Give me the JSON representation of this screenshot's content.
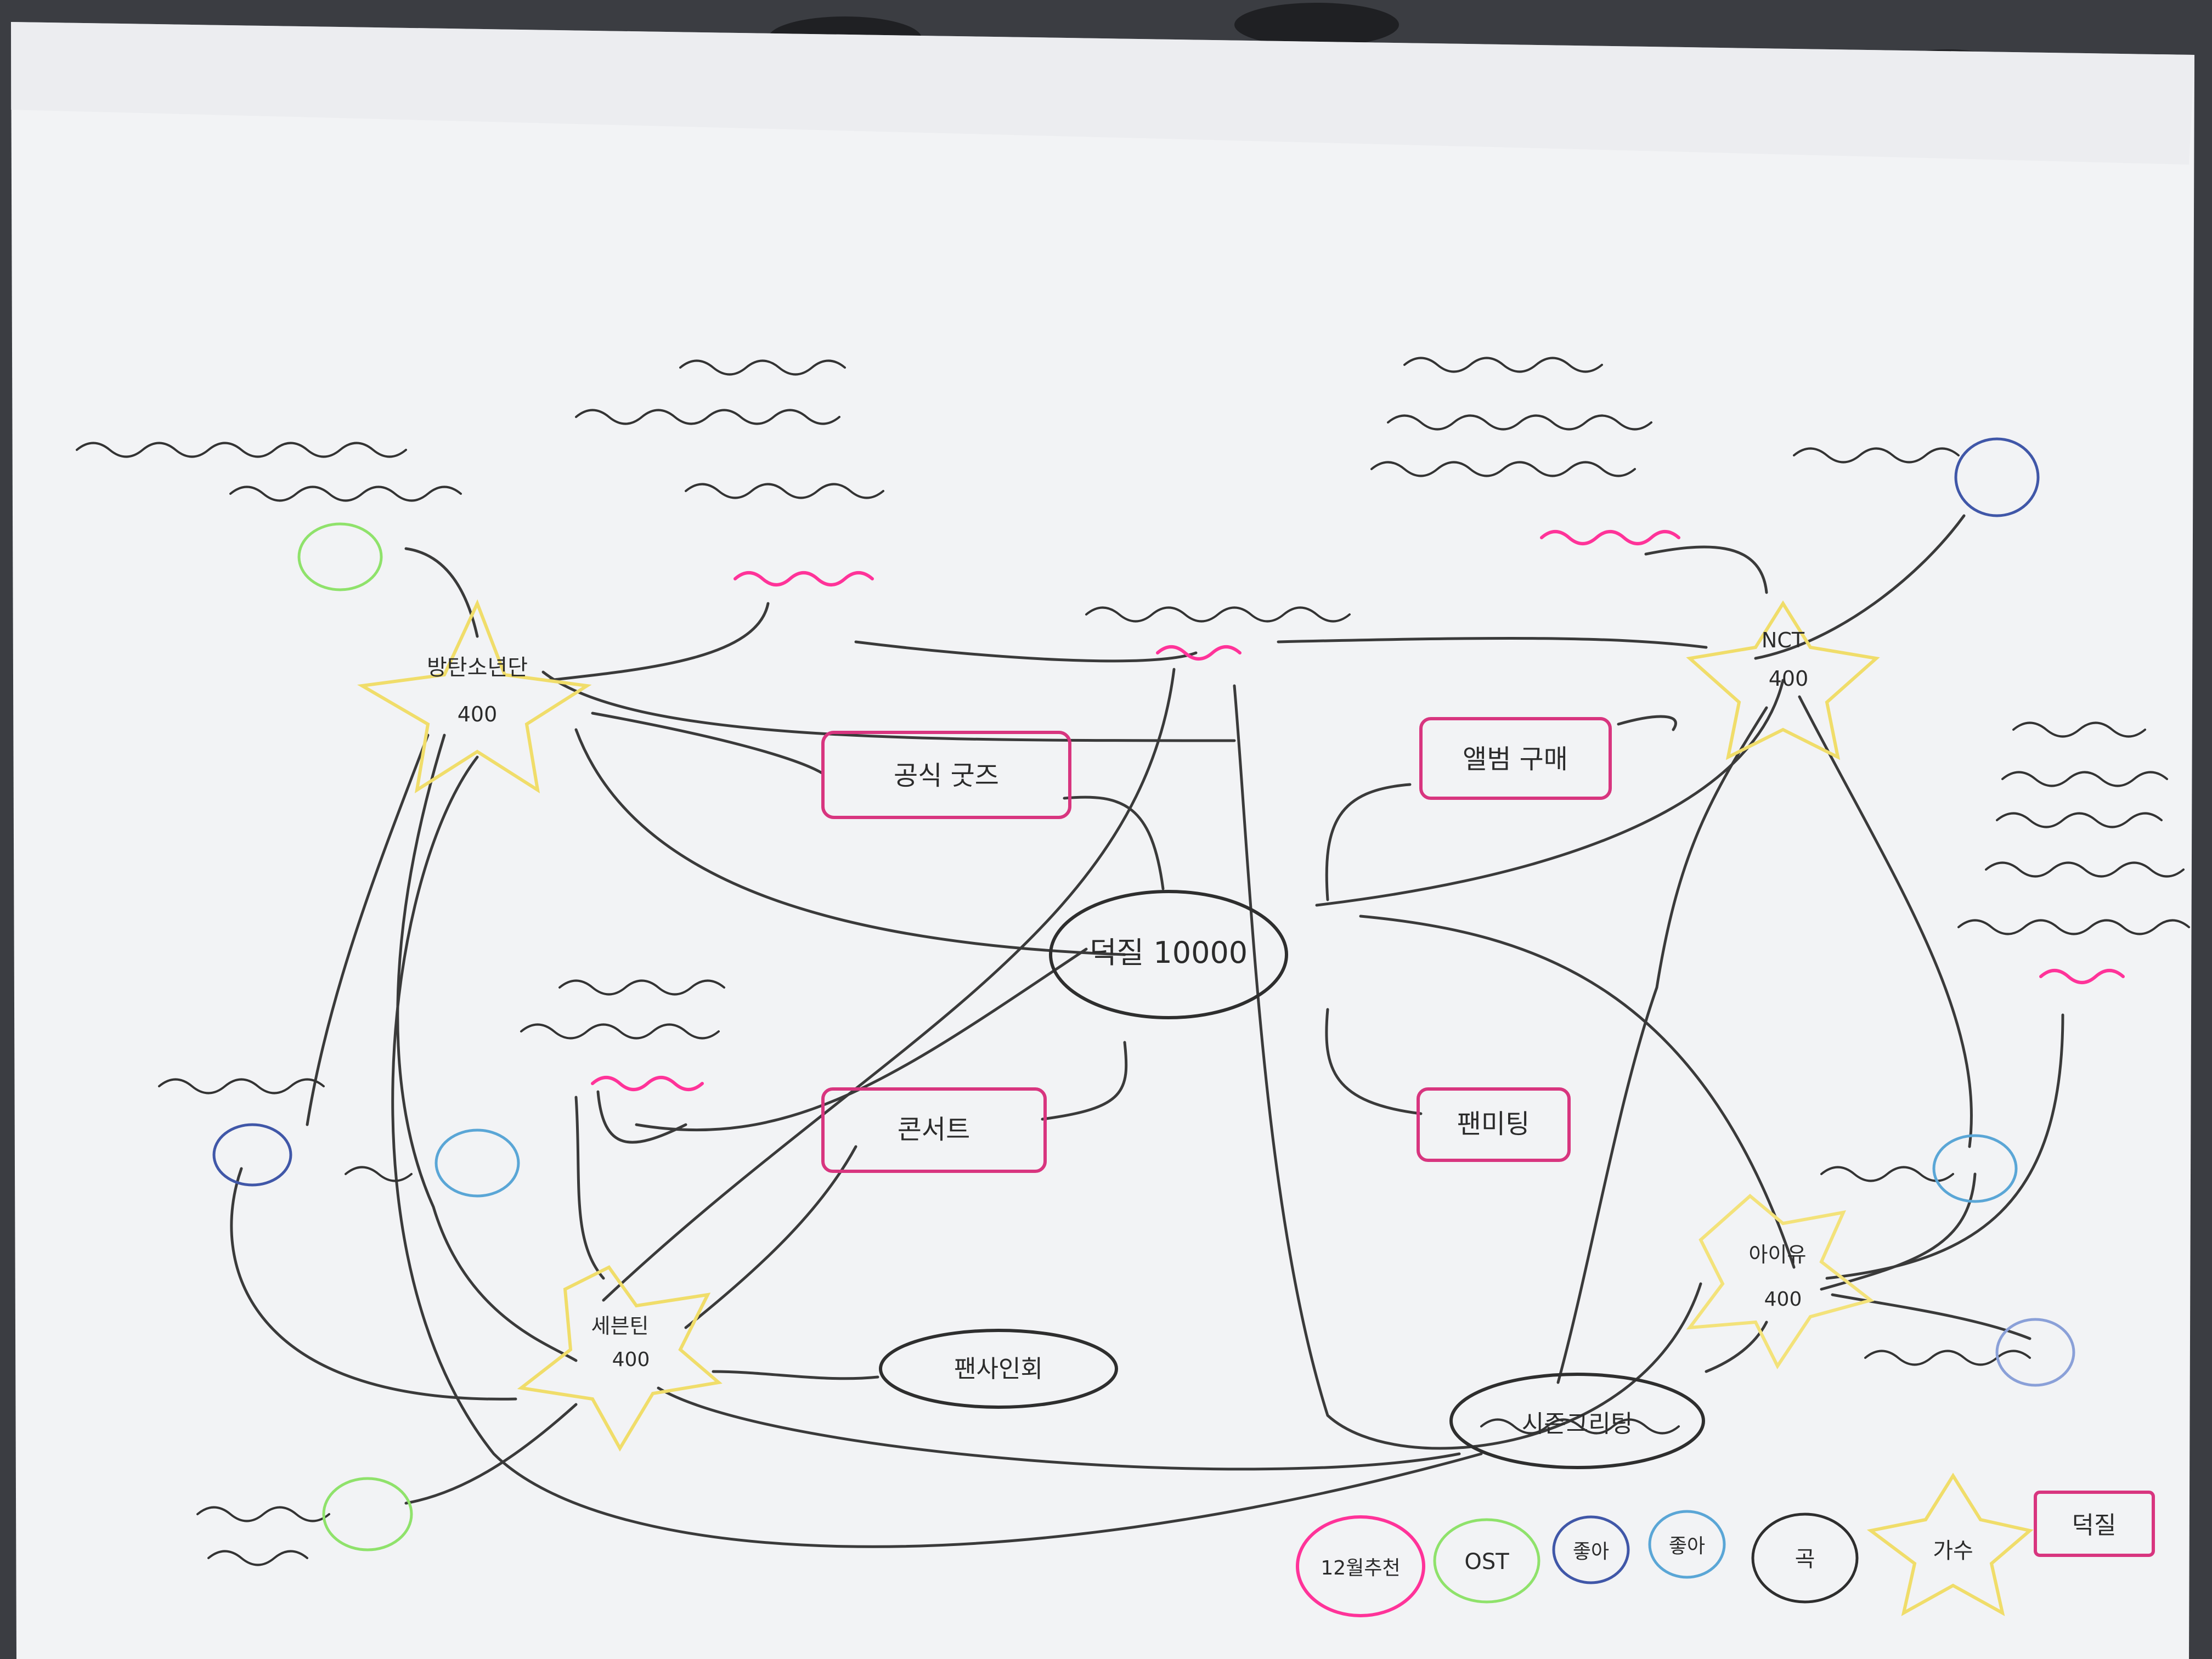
{
  "colors": {
    "background": "#3b3d42",
    "paper": "#f3f4f6",
    "ink": "#2f2f2f",
    "magenta": "#e0308a",
    "hot_pink": "#ff3399",
    "yellow": "#f3e27a",
    "green": "#8fe26b",
    "navy": "#4057a8",
    "light_blue": "#5aa6d6"
  },
  "center_node": {
    "label": "덕질 10000"
  },
  "star_nodes": [
    {
      "label": "방탄소년단",
      "value": "400"
    },
    {
      "label": "NCT",
      "value": "400"
    },
    {
      "label": "세븐틴",
      "value": "400"
    },
    {
      "label": "아이유",
      "value": "400"
    }
  ],
  "box_nodes": [
    {
      "label": "공식 굿즈"
    },
    {
      "label": "앨범 구매"
    },
    {
      "label": "콘서트"
    },
    {
      "label": "팬미팅"
    }
  ],
  "oval_nodes": [
    {
      "label": "팬사인회"
    },
    {
      "label": "시즌그리팅"
    }
  ],
  "legend": [
    {
      "label": "덕질"
    },
    {
      "label": "가수"
    },
    {
      "label": "곡"
    },
    {
      "label": "좋아"
    },
    {
      "label": "좋아"
    },
    {
      "label": "OST"
    },
    {
      "label": "12월추천"
    }
  ]
}
